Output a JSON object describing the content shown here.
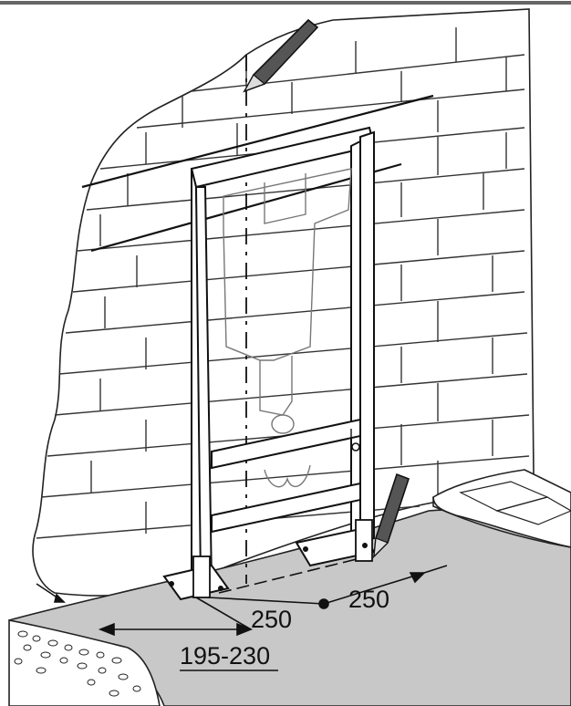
{
  "dimensions": {
    "dim_250_left": "250",
    "dim_250_right": "250",
    "dim_range": "195-230"
  },
  "colors": {
    "floor": "#c8c8c8",
    "pencil": "#555555",
    "outline": "#111111"
  }
}
